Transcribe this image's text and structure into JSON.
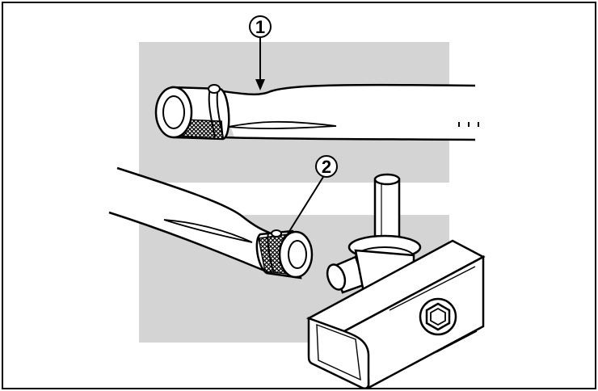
{
  "callouts": [
    {
      "label": "1",
      "name": "upper-hose-end"
    },
    {
      "label": "2",
      "name": "lower-hose-end"
    }
  ],
  "colors": {
    "panel": "#d4d4d4",
    "line": "#000000",
    "paper": "#ffffff"
  },
  "icons": [
    "hose-end-icon",
    "crimp-ferrule-icon",
    "tee-fitting-icon",
    "square-bar-icon",
    "hex-bolt-icon"
  ]
}
